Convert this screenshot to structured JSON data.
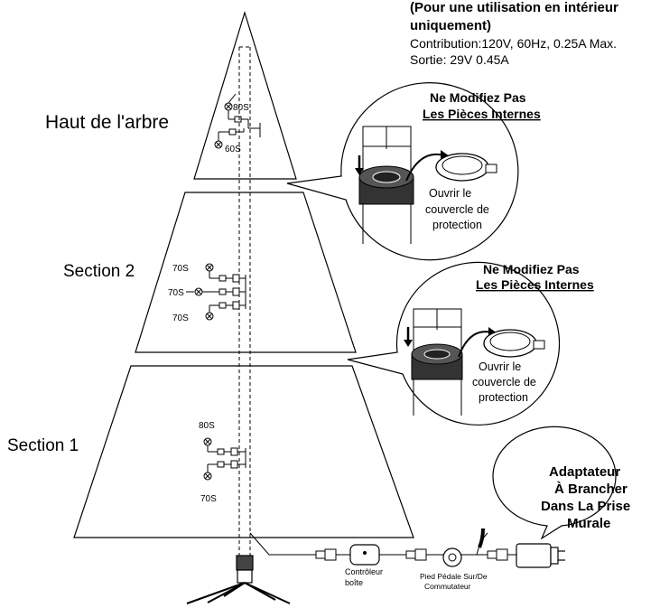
{
  "spec": {
    "line1": "(Pour une utilisation en intérieur",
    "line2": "uniquement)",
    "line3": "Contribution:120V, 60Hz, 0.25A Max.",
    "line4": "Sortie: 29V 0.45A"
  },
  "sections": {
    "top": "Haut de l'arbre",
    "middle": "Section 2",
    "bottom": "Section 1"
  },
  "bulbs": {
    "top_upper": "80S",
    "top_lower": "60S",
    "mid_upper": "70S",
    "mid_middle": "70S",
    "mid_lower": "70S",
    "bot_upper": "80S",
    "bot_lower": "70S"
  },
  "warnings": {
    "line1": "Ne Modifiez Pas",
    "line2": "Les Pièces Internes"
  },
  "cover": {
    "line1": "Ouvrir le",
    "line2": "couvercle de",
    "line3": "protection"
  },
  "adapter": {
    "line1": "Adaptateur",
    "line2": "À Brancher",
    "line3": "Dans La Prise",
    "line4": "Murale"
  },
  "controller": {
    "line1": "Contrôleur",
    "line2": "boîte"
  },
  "pedal": {
    "line1": "Pied Pédale Sur/De",
    "line2": "Commutateur"
  }
}
